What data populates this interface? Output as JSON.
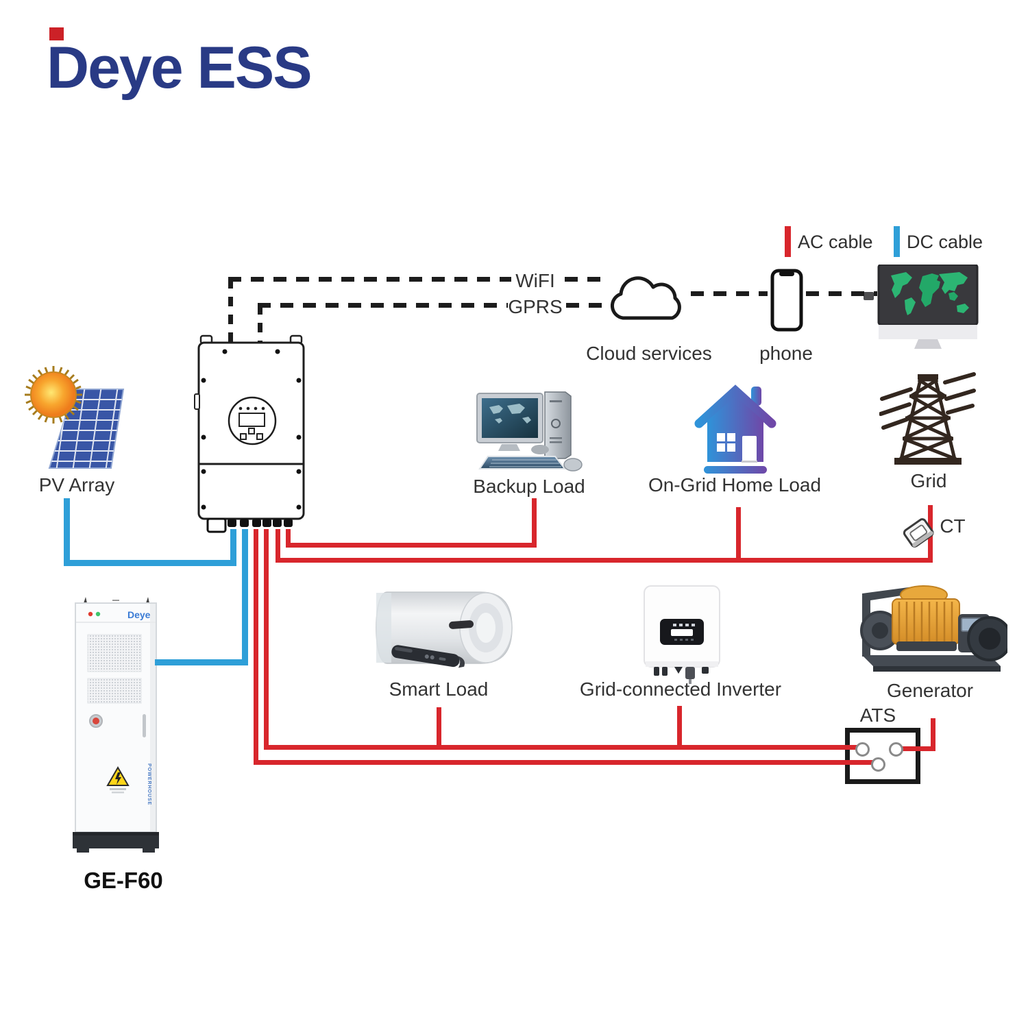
{
  "logo": {
    "brand": "Deye",
    "suffix": "ESS"
  },
  "legend": {
    "ac_label": "AC cable",
    "dc_label": "DC cable",
    "ac_color": "#d8262c",
    "dc_color": "#2e9fd8"
  },
  "comms": {
    "wifi_label": "WiFI",
    "gprs_label": "GPRS",
    "cloud_label": "Cloud services",
    "phone_label": "phone"
  },
  "devices": {
    "pv_array": {
      "label": "PV Array"
    },
    "battery": {
      "model": "GE-F60",
      "brand": "Deye",
      "side_text": "POWERHOUSE"
    },
    "backup_load": {
      "label": "Backup Load"
    },
    "home_load": {
      "label": "On-Grid Home Load"
    },
    "grid": {
      "label": "Grid"
    },
    "ct": {
      "label": "CT"
    },
    "smart_load": {
      "label": "Smart Load"
    },
    "grid_inverter": {
      "label": "Grid-connected Inverter"
    },
    "generator": {
      "label": "Generator"
    },
    "ats": {
      "label": "ATS"
    }
  }
}
